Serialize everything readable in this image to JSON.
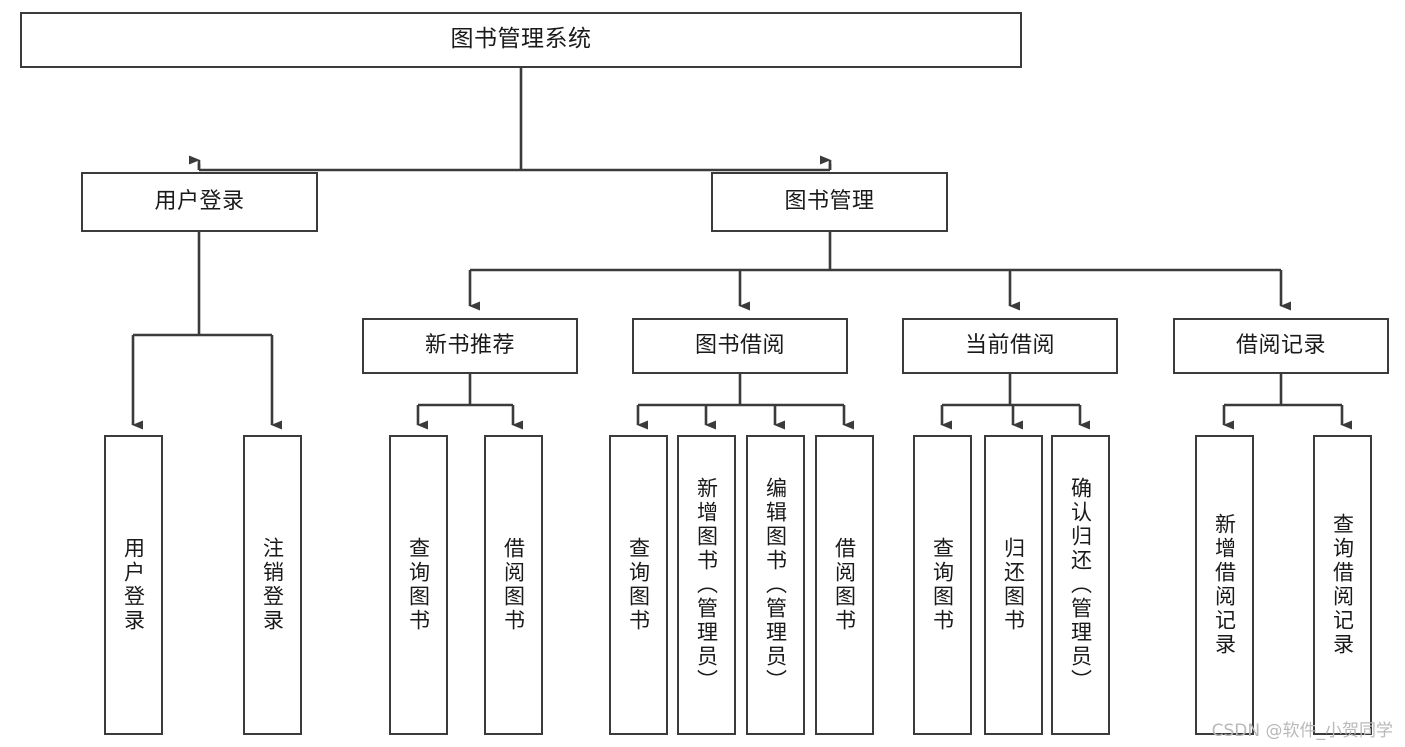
{
  "diagram": {
    "title": "图书管理系统",
    "type": "tree-hierarchy",
    "watermark": "CSDN @软件_小贺同学",
    "colors": {
      "border": "#3b3b3b",
      "background": "#ffffff",
      "text": "#1a1a1a",
      "watermark": "#b9b9b9"
    },
    "nodes": {
      "root": {
        "label": "图书管理系统"
      },
      "level1": [
        {
          "label": "用户登录"
        },
        {
          "label": "图书管理"
        }
      ],
      "level2": [
        {
          "label": "新书推荐"
        },
        {
          "label": "图书借阅"
        },
        {
          "label": "当前借阅"
        },
        {
          "label": "借阅记录"
        }
      ],
      "leaves": {
        "user_login": [
          {
            "label": "用户登录"
          },
          {
            "label": "注销登录"
          }
        ],
        "new_book_recommend": [
          {
            "label": "查询图书"
          },
          {
            "label": "借阅图书"
          }
        ],
        "book_borrow": [
          {
            "label": "查询图书"
          },
          {
            "label": "新增图书（管理员）"
          },
          {
            "label": "编辑图书（管理员）"
          },
          {
            "label": "借阅图书"
          }
        ],
        "current_borrow": [
          {
            "label": "查询图书"
          },
          {
            "label": "归还图书"
          },
          {
            "label": "确认归还（管理员）"
          }
        ],
        "borrow_record": [
          {
            "label": "新增借阅记录"
          },
          {
            "label": "查询借阅记录"
          }
        ]
      }
    }
  }
}
